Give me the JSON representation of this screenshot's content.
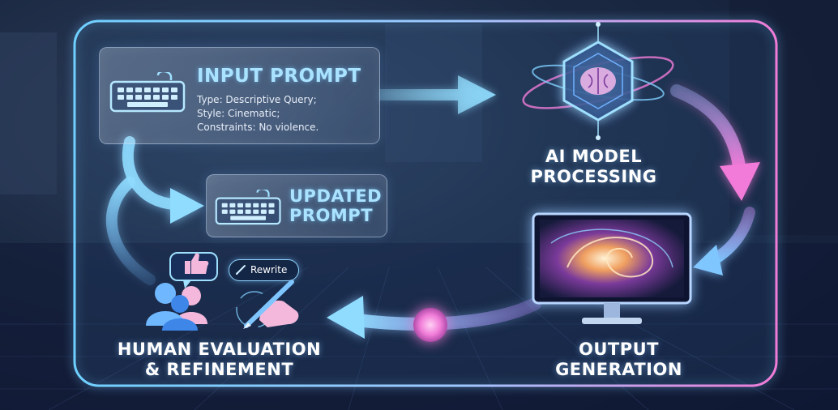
{
  "colors": {
    "panel_border": "#7fd4ff",
    "accent_pink": "#f07cd8",
    "accent_blue": "#6fd0ff",
    "title_text": "#a9e3ff"
  },
  "input_prompt": {
    "title": "INPUT PROMPT",
    "details": [
      "Type: Descriptive Query;",
      "Style: Cinematic;",
      "Constraints: No violence."
    ],
    "icon": "keyboard-icon"
  },
  "updated_prompt": {
    "title": "UPDATED PROMPT",
    "icon": "keyboard-icon"
  },
  "ai_model": {
    "label": "AI MODEL PROCESSING",
    "icon": "brain-chip-icon"
  },
  "output": {
    "label": "OUTPUT GENERATION",
    "icon": "monitor-icon"
  },
  "human": {
    "label": "HUMAN EVALUATION & REFINEMENT",
    "icons": [
      "thumbs-up-icon",
      "people-icon",
      "hand-pen-icon"
    ],
    "rewrite_button": "Rewrite"
  }
}
